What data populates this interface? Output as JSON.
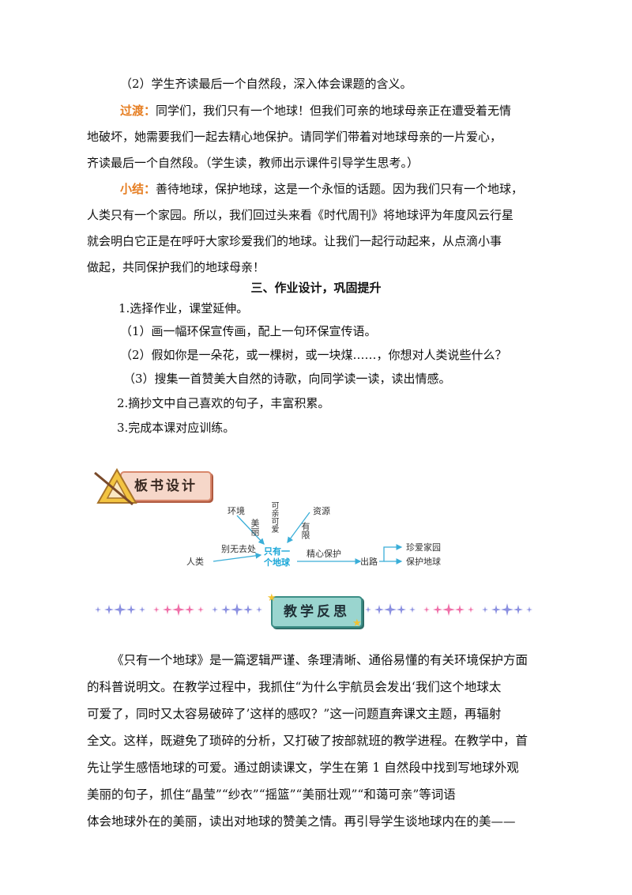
{
  "top": {
    "line1": "（2）学生齐读最后一个自然段，深入体会课题的含义。",
    "transition_label": "过渡：",
    "transition_l1": "同学们，我们只有一个地球！但我们可亲的地球母亲正在遭受着无情",
    "transition_l2": "地破坏，她需要我们一起去精心地保护。请同学们带着对地球母亲的一片爱心，",
    "transition_l3": "齐读最后一个自然段。（学生读，教师出示课件引导学生思考。）",
    "summary_label": "小结：",
    "summary_l1": "善待地球，保护地球，这是一个永恒的话题。因为我们只有一个地球，",
    "summary_l2": "人类只有一个家园。所以，我们回过头来看《时代周刊》将地球评为年度风云行星",
    "summary_l3": "就会明白它正是在呼吁大家珍爱我们的地球。让我们一起行动起来，从点滴小事",
    "summary_l4": "做起，共同保护我们的地球母亲！"
  },
  "homework": {
    "heading": "三、作业设计，巩固提升",
    "item1": "1.选择作业，课堂延伸。",
    "item1_1": "（1）画一幅环保宣传画，配上一句环保宣传语。",
    "item1_2": "（2）假如你是一朵花，或一棵树，或一块煤……，你想对人类说些什么？",
    "item1_3": "（3）搜集一首赞美大自然的诗歌，向同学读一读，读出情感。",
    "item2": "2.摘抄文中自己喜欢的句子，丰富积累。",
    "item3": "3.完成本课对应训练。"
  },
  "board": {
    "badge": "板书设计",
    "diagram": {
      "center_l1": "只有一",
      "center_l2": "个地球",
      "env": "环境",
      "beauty": "美丽",
      "lovely": "可亲可爱",
      "resource": "资源",
      "limited": "有限",
      "human": "人类",
      "nowhere": "别无去处",
      "protect": "精心保护",
      "way": "出路",
      "cherish": "珍爱家园",
      "guard": "保护地球"
    }
  },
  "reflection": {
    "badge": "教学反思",
    "p1_lines": [
      "《只有一个地球》是一篇逻辑严谨、条理清晰、通俗易懂的有关环境保护方面",
      "的科普说明文。在教学过程中，我抓住“为什么宇航员会发出‘我们这个地球太",
      "可爱了，同时又太容易破碎了’这样的感叹？”这一问题直奔课文主题，再辐射",
      "全文。这样，既避免了琐碎的分析，又打破了按部就班的教学进程。在教学中，首",
      "先让学生感悟地球的可爱。通过朗读课文，学生在第 1 自然段中找到写地球外观",
      "美丽的句子，抓住“晶莹”“纱衣”“摇篮”“美丽壮观”“和蔼可亲”等词语",
      "体会地球外在的美丽，读出对地球的赞美之情。再引导学生谈地球内在的美——"
    ]
  },
  "colors": {
    "lead": "#e67e22",
    "diagram_center": "#1aa7d8",
    "arrow": "#3aaed8",
    "board_badge_bg": "#f6d7c9",
    "reflect_badge_bg": "#9ad5cf"
  }
}
